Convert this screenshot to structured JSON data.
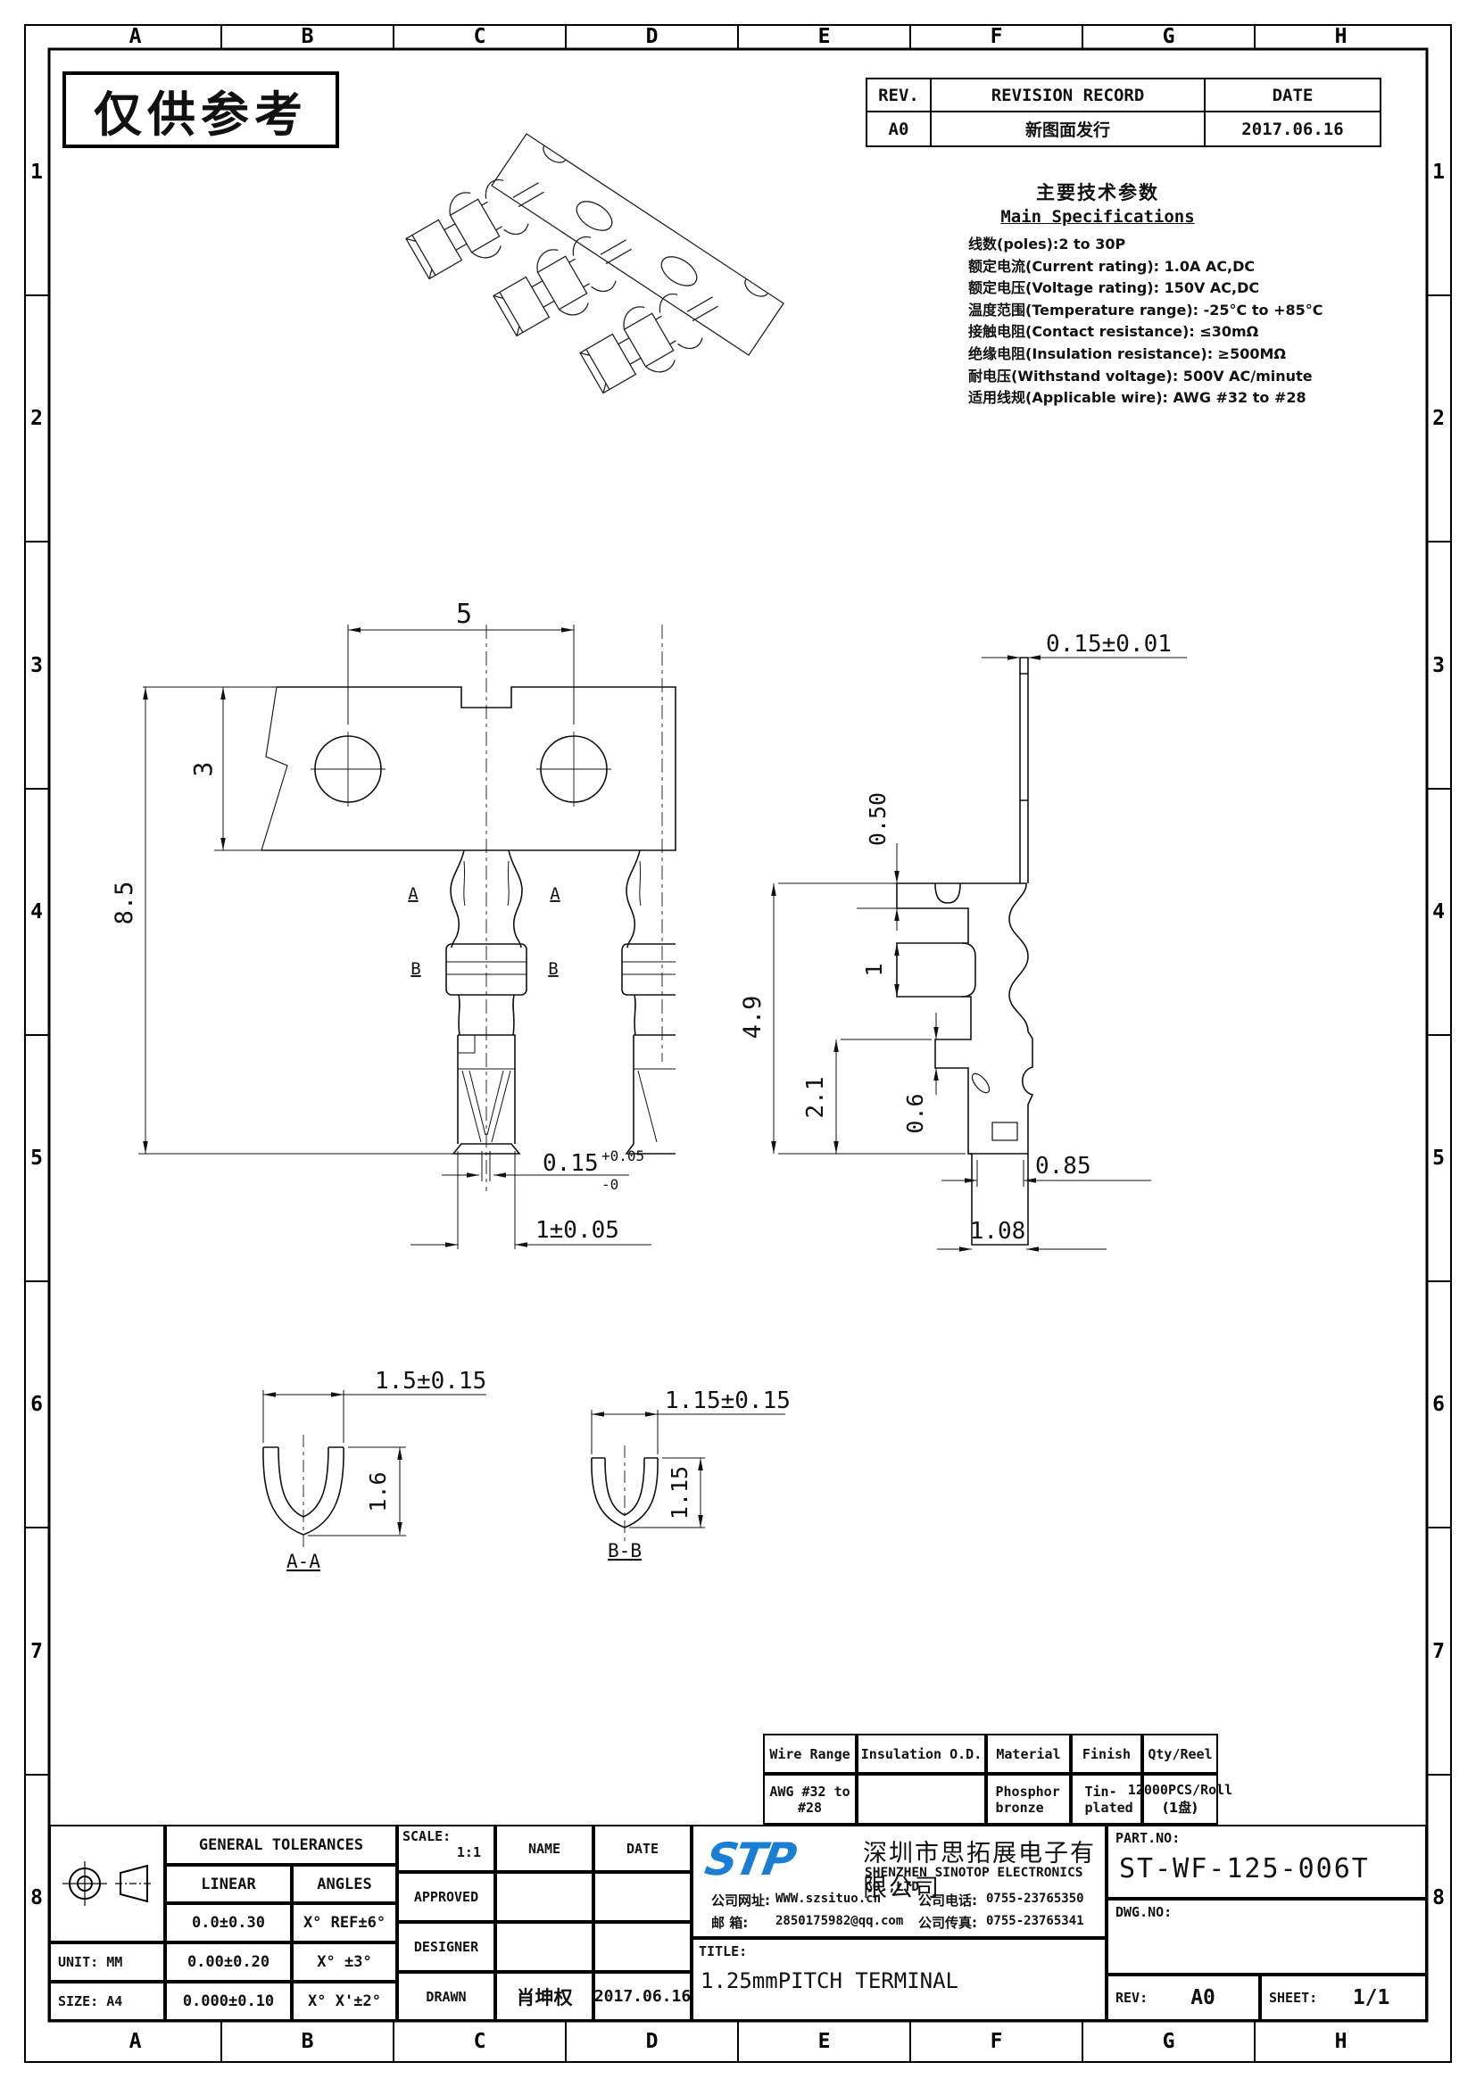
{
  "page": {
    "stamp": "仅供参考"
  },
  "grid": {
    "cols": [
      "A",
      "B",
      "C",
      "D",
      "E",
      "F",
      "G",
      "H"
    ],
    "rows": [
      "1",
      "2",
      "3",
      "4",
      "5",
      "6",
      "7",
      "8"
    ]
  },
  "revision": {
    "headers": {
      "rev": "REV.",
      "record": "REVISION RECORD",
      "date": "DATE"
    },
    "row": {
      "rev": "A0",
      "record": "新图面发行",
      "date": "2017.06.16"
    }
  },
  "specs": {
    "title_cn": "主要技术参数",
    "title_en": "Main Specifications",
    "lines": [
      "线数(poles):2 to 30P",
      "额定电流(Current rating): 1.0A AC,DC",
      "额定电压(Voltage rating): 150V AC,DC",
      "温度范围(Temperature range): -25°C to +85°C",
      "接触电阻(Contact resistance): ≤30mΩ",
      "绝缘电阻(Insulation resistance): ≥500MΩ",
      "耐电压(Withstand voltage): 500V AC/minute",
      "适用线规(Applicable wire): AWG #32 to #28"
    ]
  },
  "views": {
    "front": {
      "dims": {
        "pitch": "5",
        "strip_h": "3",
        "total_h": "8.5",
        "tip": "0.15",
        "tip_plus": "+0.05",
        "tip_minus": "-0",
        "box_w": "1±0.05"
      },
      "marks": {
        "a": "A",
        "b": "B"
      }
    },
    "side": {
      "dims": {
        "thickness": "0.15±0.01",
        "flange": "0.50",
        "slot": "1",
        "height": "4.9",
        "lower": "2.1",
        "step": "0.6",
        "foot": "0.85",
        "tab": "1.08"
      }
    },
    "section_a": {
      "label": "A-A",
      "width": "1.5±0.15",
      "height": "1.6"
    },
    "section_b": {
      "label": "B-B",
      "width": "1.15±0.15",
      "height": "1.15"
    }
  },
  "wire_table": {
    "headers": [
      "Wire Range",
      "Insulation O.D.",
      "Material",
      "Finish",
      "Qty/Reel"
    ],
    "row": {
      "range": "AWG #32 to #28",
      "insulation": "",
      "material": "Phosphor bronze",
      "finish": "Tin-plated",
      "qty": "12000PCS/Roll",
      "qty2": "(1盘)"
    }
  },
  "titleblock": {
    "tolerances": {
      "title": "GENERAL TOLERANCES",
      "linear": "LINEAR",
      "angles": "ANGLES",
      "rows": [
        [
          "0.0±0.30",
          "X° REF±6°"
        ],
        [
          "0.00±0.20",
          "X° ±3°"
        ],
        [
          "0.000±0.10",
          "X° X'±2°"
        ]
      ]
    },
    "unit_label": "UNIT:",
    "unit": "MM",
    "size_label": "SIZE:",
    "size": "A4",
    "scale_label": "SCALE:",
    "scale": "1:1",
    "name_hdr": "NAME",
    "date_hdr": "DATE",
    "approved": "APPROVED",
    "designer": "DESIGNER",
    "drawn": "DRAWN",
    "drawn_name": "肖坤权",
    "drawn_date": "2017.06.16",
    "company": {
      "logo": "STP",
      "cn": "深圳市思拓展电子有限公司",
      "en": "SHENZHEN SINOTOP ELECTRONICS CO.,LTD",
      "web_label": "公司网址:",
      "web": "WWW.szsituo.cn",
      "tel_label": "公司电话:",
      "tel": "0755-23765350",
      "mail_label": "邮  箱:",
      "mail": "2850175982@qq.com",
      "fax_label": "公司传真:",
      "fax": "0755-23765341"
    },
    "title_label": "TITLE:",
    "title": "1.25mmPITCH TERMINAL",
    "partno_label": "PART.NO:",
    "partno": "ST-WF-125-006T",
    "dwgno_label": "DWG.NO:",
    "rev_label": "REV:",
    "rev": "A0",
    "sheet_label": "SHEET:",
    "sheet": "1/1"
  }
}
